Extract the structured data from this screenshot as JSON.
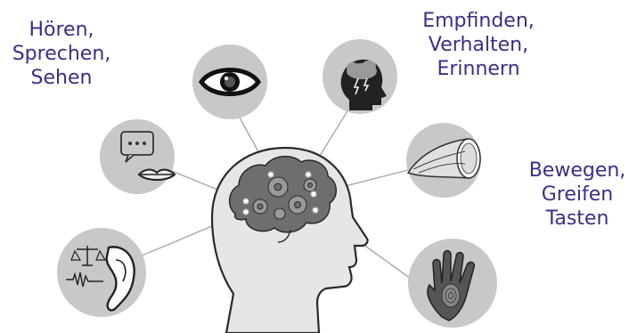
{
  "labels": {
    "left": [
      "Hören,",
      "Sprechen,",
      "Sehen"
    ],
    "top_right": [
      "Empfinden,",
      "Verhalten,",
      "Erinnern"
    ],
    "right": [
      "Bewegen,",
      "Greifen",
      "Tasten"
    ]
  },
  "colors": {
    "text": "#3a2f86",
    "circle": "#c8c8c8",
    "head": "#e6e6e6",
    "outline": "#2a2a2a",
    "brain": "#6e6e6e",
    "connector": "#a8a8a8"
  },
  "icons": [
    "eye-icon",
    "storm-head-icon",
    "speech-mouth-icon",
    "muscle-fiber-icon",
    "ear-scale-icon",
    "hand-icon",
    "gears-icon"
  ]
}
